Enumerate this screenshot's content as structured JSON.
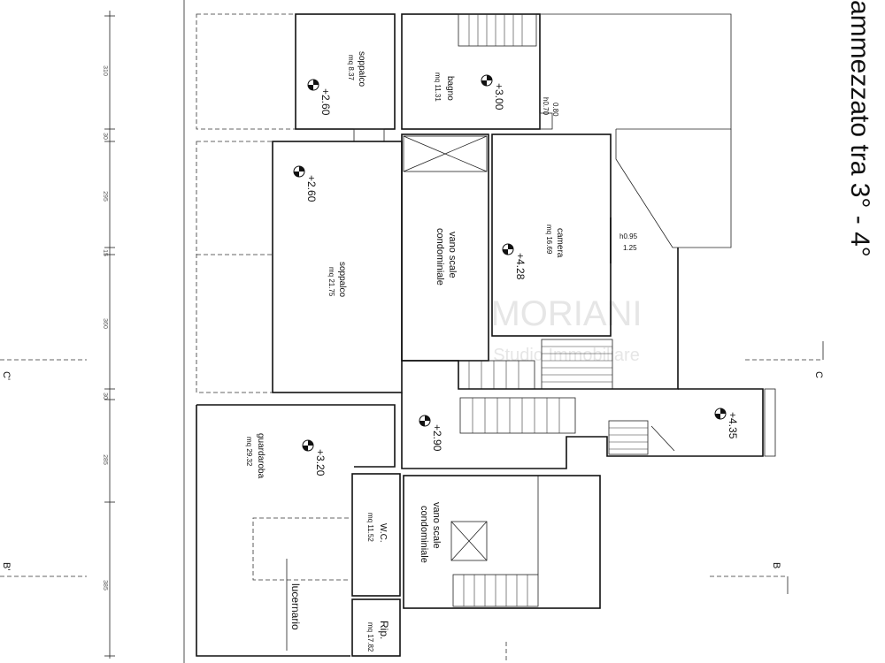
{
  "floor_title": "ammezzato tra 3° - 4°",
  "watermark": {
    "brand": "MORIANI",
    "sub": "Studio Immobiliare"
  },
  "section_markers": {
    "c_left": "C'",
    "c_right": "C",
    "b_left": "B'",
    "b_right": "B"
  },
  "dimensions": [
    "310",
    "30",
    "295",
    "15",
    "360",
    "30",
    "285",
    "385"
  ],
  "rooms": {
    "soppalco_small": {
      "name": "soppalco",
      "area": "mq 8.37",
      "level": "+2.60"
    },
    "bagno": {
      "name": "bagno",
      "area": "mq 11.31",
      "level": "+3.00"
    },
    "soppalco_large": {
      "name": "soppalco",
      "area": "mq 21.75",
      "level": "+2.60"
    },
    "camera": {
      "name": "camera",
      "area": "mq 16.69",
      "level": "+4.28"
    },
    "vano_scale_top": {
      "line1": "vano scale",
      "line2": "condominiale"
    },
    "guardaroba": {
      "name": "guardaroba",
      "area": "mq 29.32",
      "level": "+3.20"
    },
    "landing": {
      "level": "+2.90"
    },
    "terrace": {
      "level": "+4.35"
    },
    "wc": {
      "name": "W.C.",
      "area": "mq 11.52"
    },
    "vano_scale_bottom": {
      "line1": "vano scale",
      "line2": "condominiale"
    },
    "lucernario": {
      "name": "lucernario"
    },
    "ripostiglio": {
      "name": "Rip.",
      "area": "mq 17.82"
    }
  },
  "window_notes": {
    "bagno_top": "0.80",
    "bagno_bottom": "h0.70",
    "camera_top": "h0.95",
    "camera_bottom": "1.25"
  }
}
